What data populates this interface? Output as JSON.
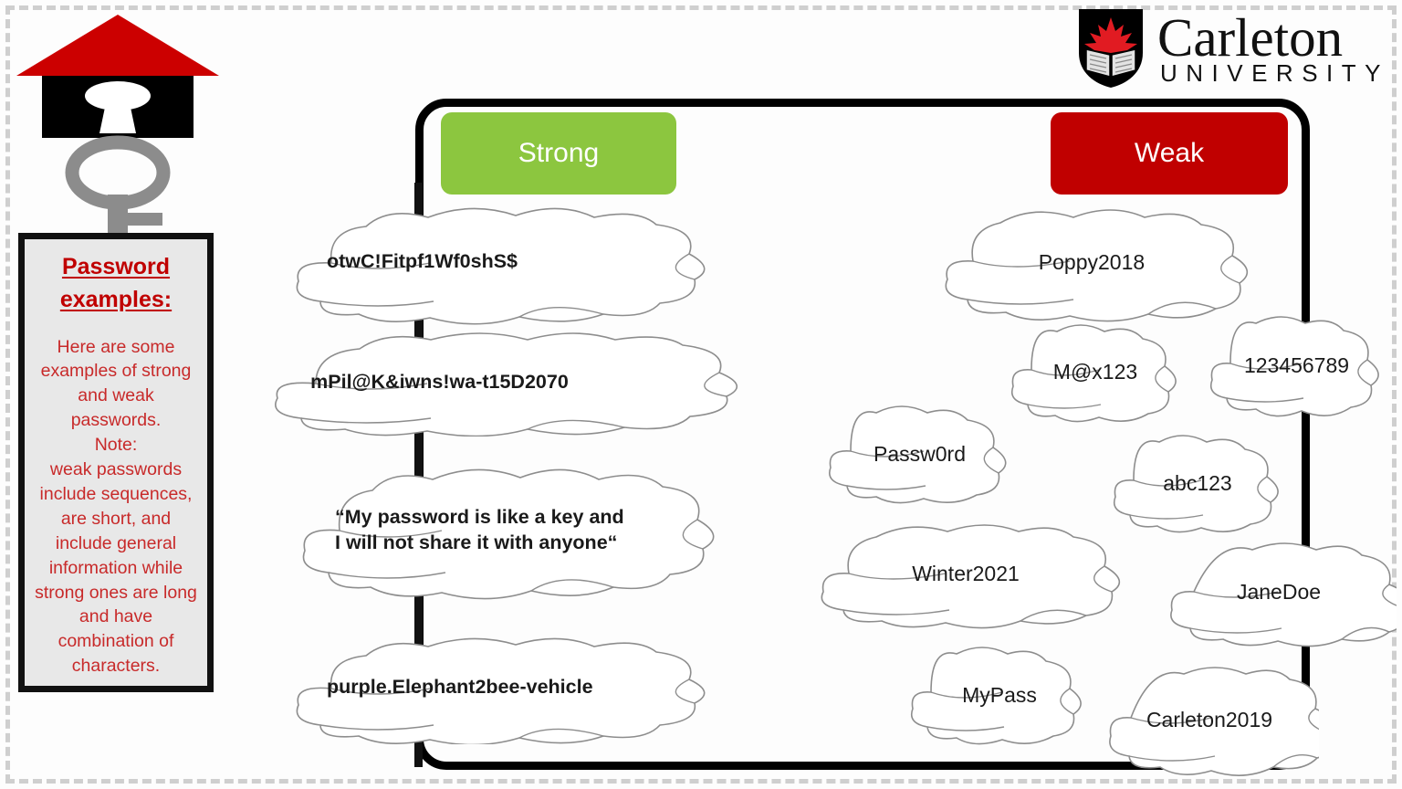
{
  "slide": {
    "background_color": "#ffffff",
    "frame_style": "dashed-gray"
  },
  "logo": {
    "house_key_icon": "house-key-icon",
    "roof_color": "#CC0000",
    "body_color": "#000000",
    "keyhole_color": "#ffffff",
    "key_color": "#8C8C8C"
  },
  "brand": {
    "shield_icon": "carleton-shield-icon",
    "name": "Carleton",
    "subtitle": "UNIVERSITY",
    "maple_leaf_color": "#E11B22",
    "shield_color": "#000000"
  },
  "info_box": {
    "title": "Password examples:",
    "body": "Here are some examples of strong and weak passwords.\nNote:\nweak passwords include sequences, are short, and include general information while strong ones are long and have combination of characters.",
    "title_color": "#c00000",
    "body_color": "#c82a2a",
    "background": "#e8e8e8"
  },
  "categories": {
    "strong": {
      "label": "Strong",
      "color": "#8CC63F"
    },
    "weak": {
      "label": "Weak",
      "color": "#C00000"
    }
  },
  "strong_passwords": [
    {
      "value": "otwC!Fitpf1Wf0shS$"
    },
    {
      "value": "mPil@K&iwns!wa-t15D2070"
    },
    {
      "value": "“My password is like a key and\nI will not share it with anyone“"
    },
    {
      "value": "purple.Elephant2bee-vehicle"
    }
  ],
  "weak_passwords": [
    {
      "value": "Poppy2018"
    },
    {
      "value": "M@x123"
    },
    {
      "value": "123456789"
    },
    {
      "value": "Passw0rd"
    },
    {
      "value": "abc123"
    },
    {
      "value": "Winter2021"
    },
    {
      "value": "JaneDoe"
    },
    {
      "value": "MyPass"
    },
    {
      "value": "Carleton2019"
    }
  ]
}
